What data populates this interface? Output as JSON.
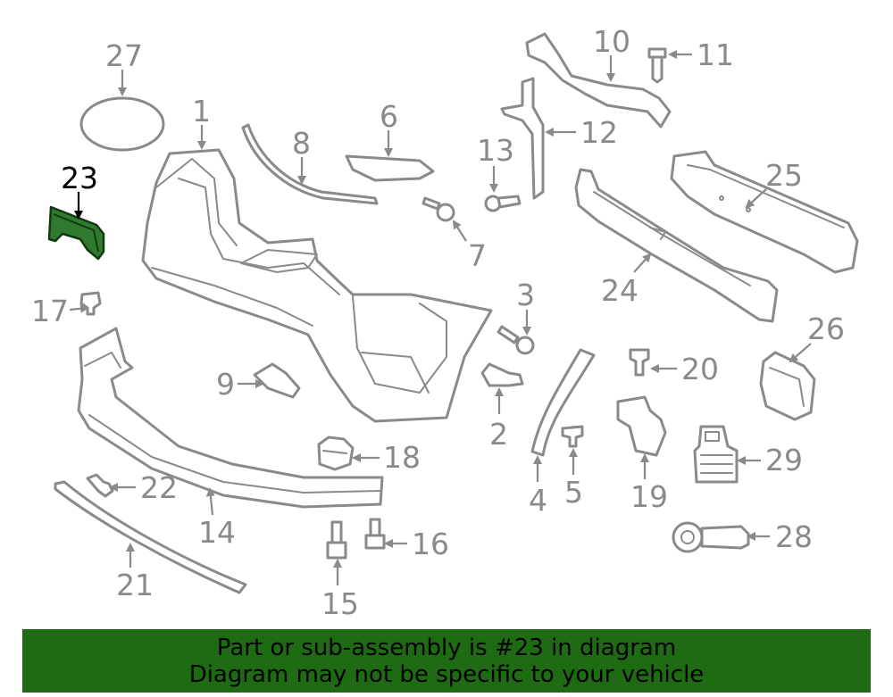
{
  "diagram": {
    "selected_part": "23",
    "callouts": [
      "27",
      "1",
      "23",
      "8",
      "6",
      "10",
      "11",
      "12",
      "13",
      "7",
      "25",
      "24",
      "17",
      "3",
      "26",
      "9",
      "20",
      "2",
      "18",
      "29",
      "22",
      "4",
      "5",
      "19",
      "14",
      "28",
      "16",
      "21",
      "15"
    ]
  },
  "banner": {
    "line1": "Part or sub-assembly is #23 in diagram",
    "line2": "Diagram may not be specific to your vehicle",
    "background": "#1f6b14"
  },
  "colors": {
    "line_art": "#8a8a8a",
    "highlight": "#2f7a2f",
    "selected_label": "#000000"
  }
}
